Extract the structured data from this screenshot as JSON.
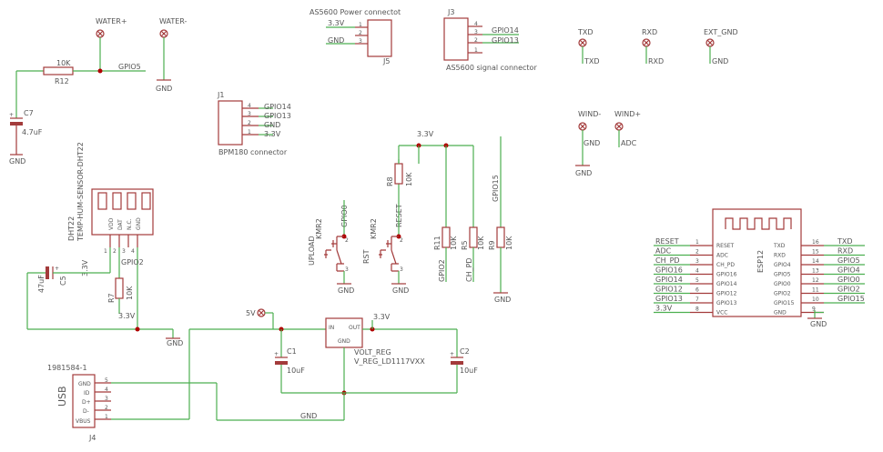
{
  "labels": {
    "water_plus": "WATER+",
    "water_minus": "WATER-",
    "gnd": "GND",
    "r12": "R12",
    "r12_val": "10K",
    "gpio5": "GPIO5",
    "c7": "C7",
    "c7_val": "4.7uF",
    "as5600_power": "AS5600 Power connectot",
    "v33": "3.3V",
    "j5": "J5",
    "j3": "J3",
    "gpio14": "GPIO14",
    "gpio13": "GPIO13",
    "as5600_signal": "AS5600 signal connector",
    "txd": "TXD",
    "rxd": "RXD",
    "ext_gnd": "EXT_GND",
    "j1": "J1",
    "bpm180": "BPM180 connector",
    "wind_minus": "WIND-",
    "wind_plus": "WIND+",
    "adc": "ADC",
    "dht22": "DHT22",
    "dht22_full": "TEMP-HUM-SENSOR-DHT22",
    "vdd": "VDD",
    "dat": "DAT",
    "nc": "N.C.",
    "gpio2": "GPIO2",
    "c5": "C5",
    "c5_val": "47uF",
    "r7": "R7",
    "r7_val": "10K",
    "kmr2": "KMR2",
    "gpio0": "GPIO0",
    "upload": "UPLOAD",
    "reset": "RESET",
    "rst": "RST",
    "r8": "R8",
    "r8_val": "10K",
    "r11": "R11",
    "r11_val": "10K",
    "r5": "R5",
    "r5_val": "10K",
    "r9": "R9",
    "r9_val": "10K",
    "gpio15": "GPIO15",
    "ch_pd": "CH_PD",
    "esp12": "ESP12",
    "v5": "5V",
    "c1": "C1",
    "c1_val": "10uF",
    "c2": "C2",
    "c2_val": "10uF",
    "vr_in": "IN",
    "vr_out": "OUT",
    "vr_gnd": "GND",
    "volt_reg": "VOLT_REG",
    "v_reg": "V_REG_LD1117VXX",
    "usb_part": "1981584-1",
    "usb": "USB",
    "j4": "J4",
    "usb_id": "ID",
    "usb_dp": "D+",
    "usb_dm": "D-",
    "usb_vbus": "VBUS",
    "gpio16": "GPIO16",
    "gpio12": "GPIO12",
    "vcc": "VCC"
  },
  "esp12": {
    "left_nets": [
      "RESET",
      "ADC",
      "CH_PD",
      "GPIO16",
      "GPIO14",
      "GPIO12",
      "GPIO13",
      "3.3V"
    ],
    "left_pins": [
      "1",
      "2",
      "3",
      "4",
      "5",
      "6",
      "7",
      "8"
    ],
    "left_names": [
      "RESET",
      "ADC",
      "CH_PD",
      "GPIO16",
      "GPIO14",
      "GPIO12",
      "GPIO13",
      "VCC"
    ],
    "right_nets": [
      "TXD",
      "RXD",
      "GPIO5",
      "GPIO4",
      "GPIO0",
      "GPIO2",
      "GPIO15"
    ],
    "right_pins": [
      "16",
      "15",
      "14",
      "13",
      "12",
      "11",
      "10",
      "9"
    ],
    "right_names": [
      "TXD",
      "RXD",
      "GPIO4",
      "GPIO5",
      "GPIO0",
      "GPIO2",
      "GPIO15",
      "GND"
    ]
  },
  "j5_pins": [
    "1",
    "2",
    "3"
  ],
  "j3_pins": [
    "4",
    "3",
    "2",
    "1"
  ],
  "j1_pins": [
    "4",
    "3",
    "2",
    "1"
  ],
  "dht_pins": [
    "1",
    "2",
    "3",
    "4"
  ],
  "usb_pins": [
    "5",
    "4",
    "3",
    "2",
    "1"
  ]
}
